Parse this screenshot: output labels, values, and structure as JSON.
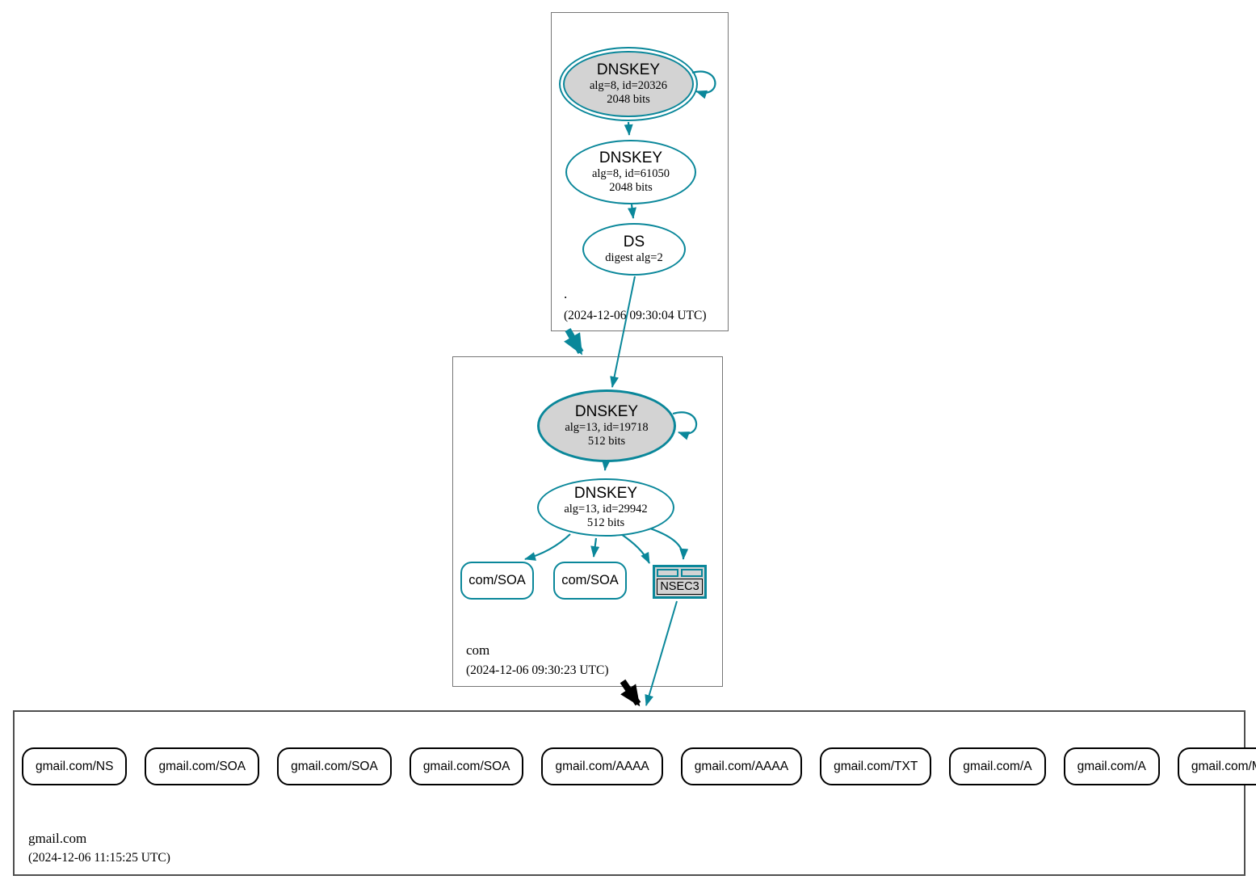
{
  "zones": {
    "root": {
      "label": ".",
      "timestamp": "(2024-12-06 09:30:04 UTC)",
      "ksk": {
        "line1": "DNSKEY",
        "line2": "alg=8, id=20326",
        "line3": "2048 bits"
      },
      "zsk": {
        "line1": "DNSKEY",
        "line2": "alg=8, id=61050",
        "line3": "2048 bits"
      },
      "ds": {
        "line1": "DS",
        "line2": "digest alg=2"
      }
    },
    "com": {
      "label": "com",
      "timestamp": "(2024-12-06 09:30:23 UTC)",
      "ksk": {
        "line1": "DNSKEY",
        "line2": "alg=13, id=19718",
        "line3": "512 bits"
      },
      "zsk": {
        "line1": "DNSKEY",
        "line2": "alg=13, id=29942",
        "line3": "512 bits"
      },
      "soa1": "com/SOA",
      "soa2": "com/SOA",
      "nsec3_label": "NSEC3"
    },
    "gmail": {
      "label": "gmail.com",
      "timestamp": "(2024-12-06 11:15:25 UTC)",
      "rrsets": [
        "gmail.com/NS",
        "gmail.com/SOA",
        "gmail.com/SOA",
        "gmail.com/SOA",
        "gmail.com/AAAA",
        "gmail.com/AAAA",
        "gmail.com/TXT",
        "gmail.com/A",
        "gmail.com/A",
        "gmail.com/MX"
      ]
    }
  },
  "colors": {
    "secure_edge": "#0a879a",
    "insecure_edge": "#000000",
    "sep_key_fill": "#d3d3d3",
    "zone_box_border": "#767676"
  }
}
